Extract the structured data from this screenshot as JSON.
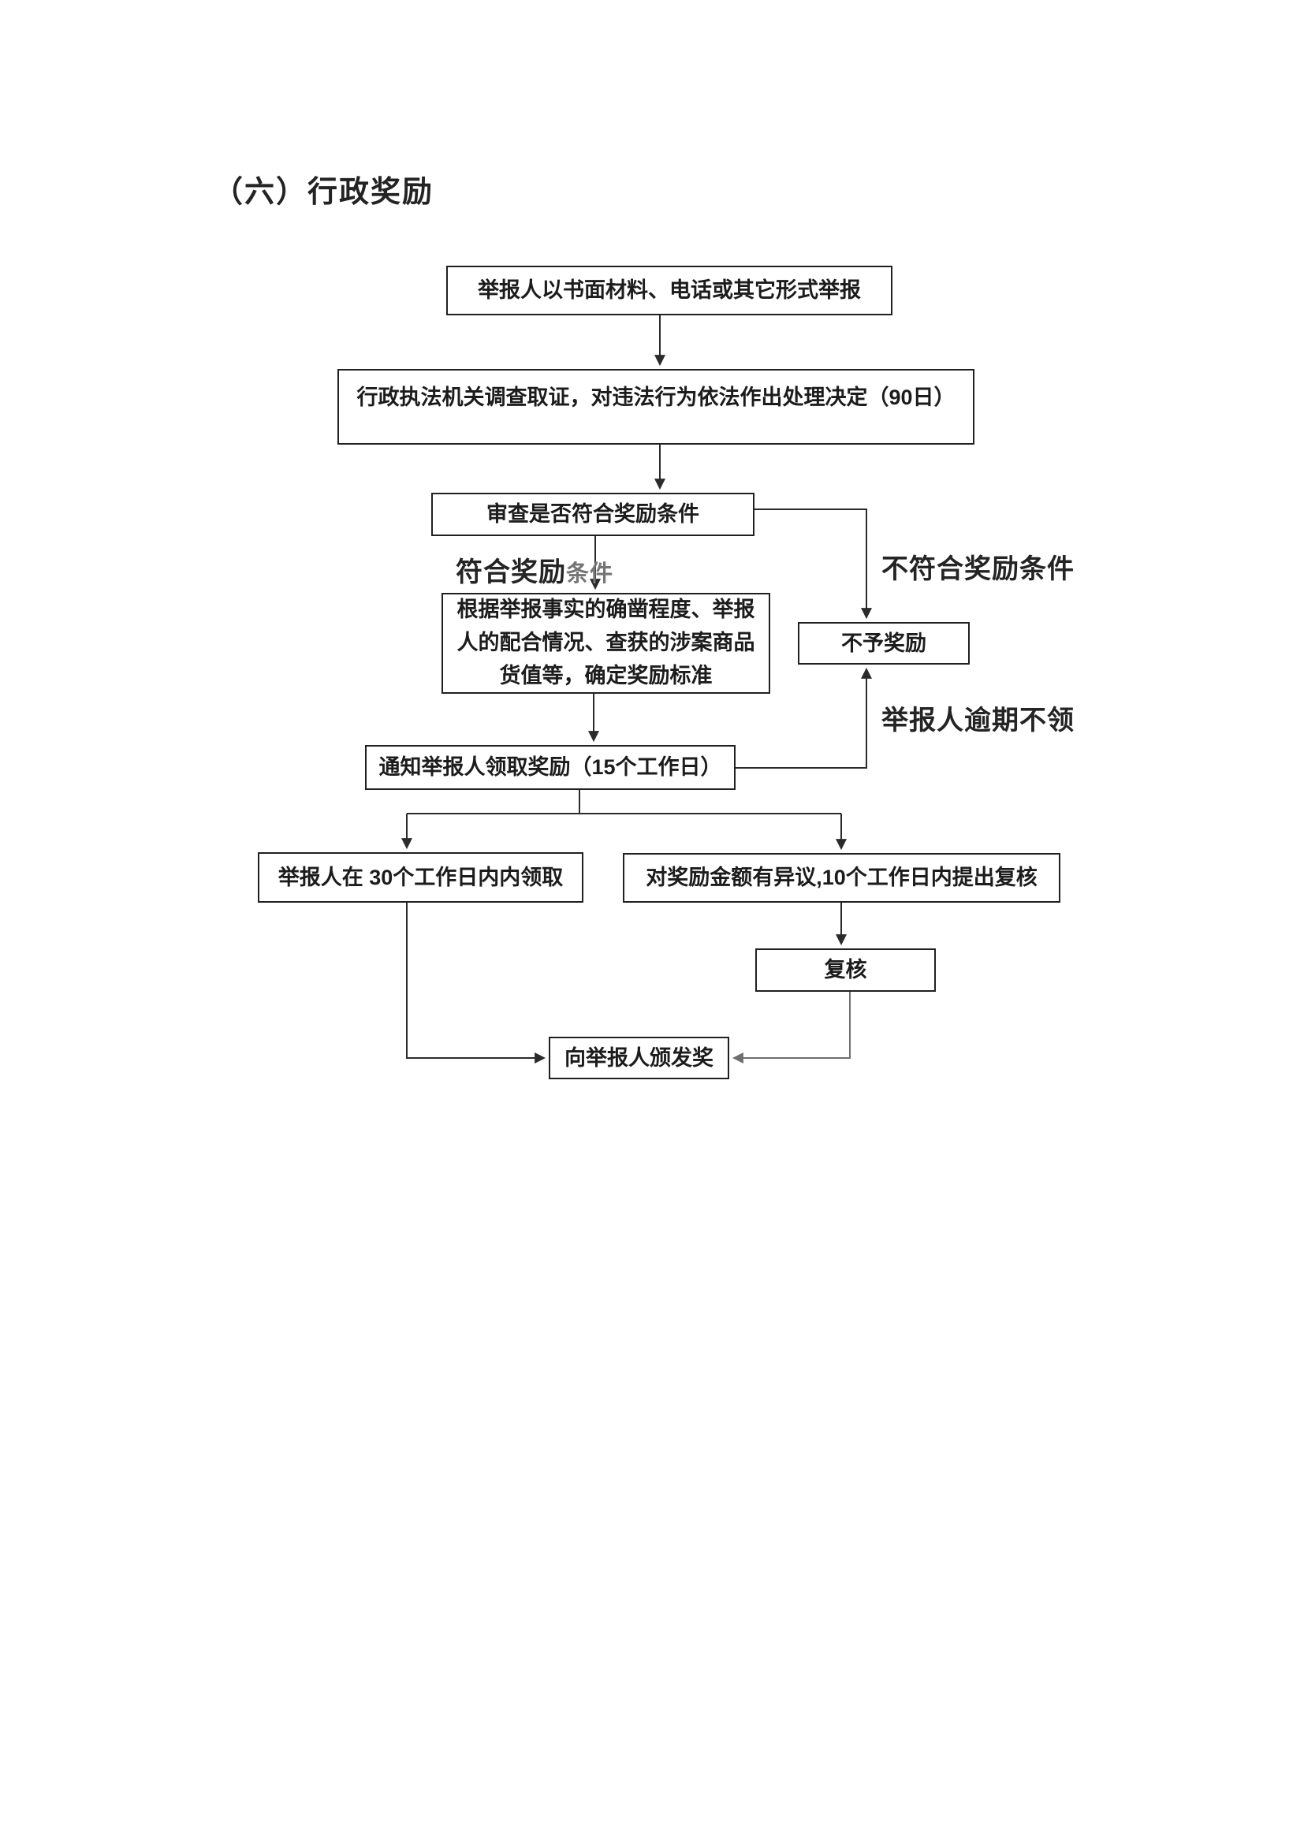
{
  "page": {
    "title": "（六）行政奖励"
  },
  "flowchart": {
    "nodes": {
      "report": "举报人以书面材料、电话或其它形式举报",
      "investigate": "行政执法机关调查取证，对违法行为依法作出处理决定（90日）",
      "review": "审查是否符合奖励条件",
      "determine": "根据举报事实的确凿程度、举报人的配合情况、查获的涉案商品货值等，确定奖励标准",
      "no_reward": "不予奖励",
      "notify": "通知举报人领取奖励（15个工作日）",
      "collect": "举报人在 30个工作日内内领取",
      "dispute": "对奖励金额有异议,10个工作日内提出复核",
      "recheck": "复核",
      "award": "向举报人颁发奖"
    },
    "edge_labels": {
      "qualify_main": "符合奖励",
      "qualify_tail": "条件",
      "not_qualify": "不符合奖励条件",
      "overdue": "举报人逾期不领"
    },
    "colors": {
      "line": "#2b2b2b",
      "line_light": "#6e6e6e",
      "box_border": "#202020",
      "text": "#1c1c1c"
    }
  }
}
